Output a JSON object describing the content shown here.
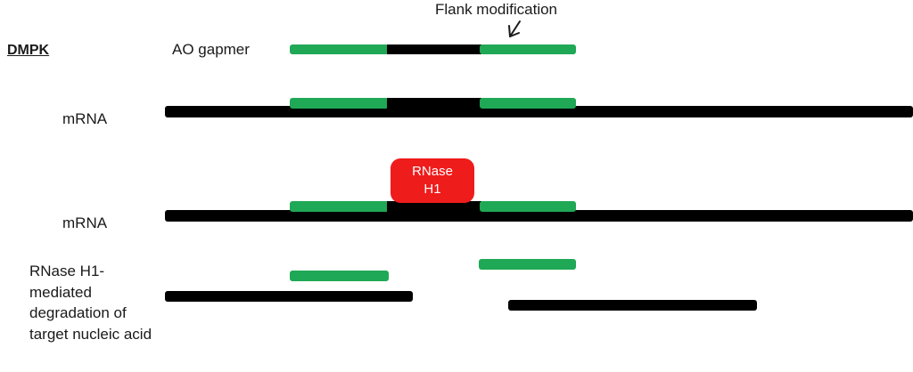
{
  "labels": {
    "gene": "DMPK",
    "gapmer": "AO gapmer",
    "mrna_1": "mRNA",
    "mrna_2": "mRNA",
    "degradation": "RNase H1-mediated degradation of target nucleic acid",
    "flank": "Flank modification"
  },
  "enzyme": {
    "line1": "RNase",
    "line2": "H1"
  },
  "colors": {
    "strand": "#000000",
    "flank": "#1fa855",
    "enzyme": "#ef1c1c"
  },
  "icons": {
    "flank_arrow": "arrow-down-left-icon"
  }
}
